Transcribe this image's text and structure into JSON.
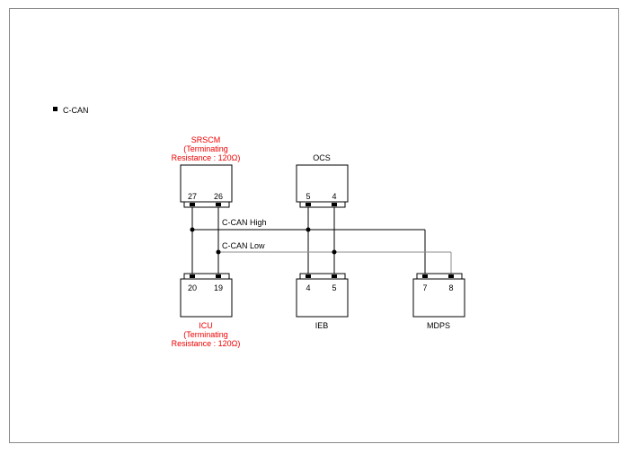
{
  "section": {
    "bullet": "■",
    "title": "C-CAN"
  },
  "bus": {
    "high_label": "C-CAN High",
    "low_label": "C-CAN Low"
  },
  "modules": {
    "srscm": {
      "name": "SRSCM",
      "note_line1": "(Terminating",
      "note_line2": "Resistance : 120Ω)",
      "pin_a": "27",
      "pin_b": "26"
    },
    "ocs": {
      "name": "OCS",
      "pin_a": "5",
      "pin_b": "4"
    },
    "icu": {
      "name": "ICU",
      "note_line1": "(Terminating",
      "note_line2": "Resistance : 120Ω)",
      "pin_a": "20",
      "pin_b": "19"
    },
    "ieb": {
      "name": "IEB",
      "pin_a": "4",
      "pin_b": "5"
    },
    "mdps": {
      "name": "MDPS",
      "pin_a": "7",
      "pin_b": "8"
    }
  },
  "colors": {
    "label_red": "#ee0000",
    "high_wire": "#000000",
    "low_wire": "#8c8c8c",
    "border": "#8a8a8a"
  }
}
